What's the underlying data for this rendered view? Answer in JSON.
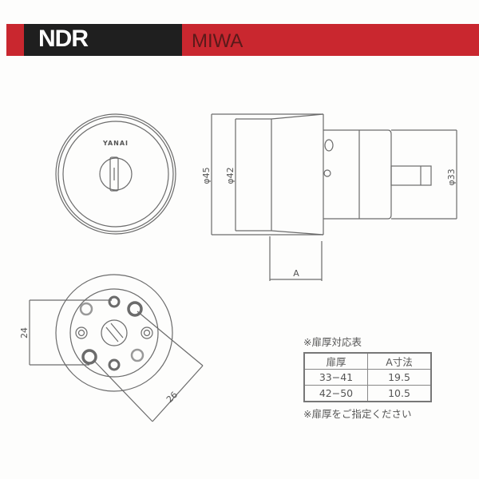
{
  "header": {
    "model": "NDR",
    "brand": "MIWA",
    "accent_color": "#c9272f"
  },
  "front_view": {
    "logo_text": "YANAI"
  },
  "dimensions": {
    "outer_dia": "φ45",
    "inner_dia": "φ42",
    "cylinder_dia": "φ33",
    "a_label": "A",
    "hole_spacing_v": "24",
    "hole_spacing_diag": "26"
  },
  "table": {
    "caption": "※扉厚対応表",
    "headers": [
      "扉厚",
      "A寸法"
    ],
    "rows": [
      [
        "33−41",
        "19.5"
      ],
      [
        "42−50",
        "10.5"
      ]
    ],
    "note": "※扉厚をご指定ください"
  }
}
